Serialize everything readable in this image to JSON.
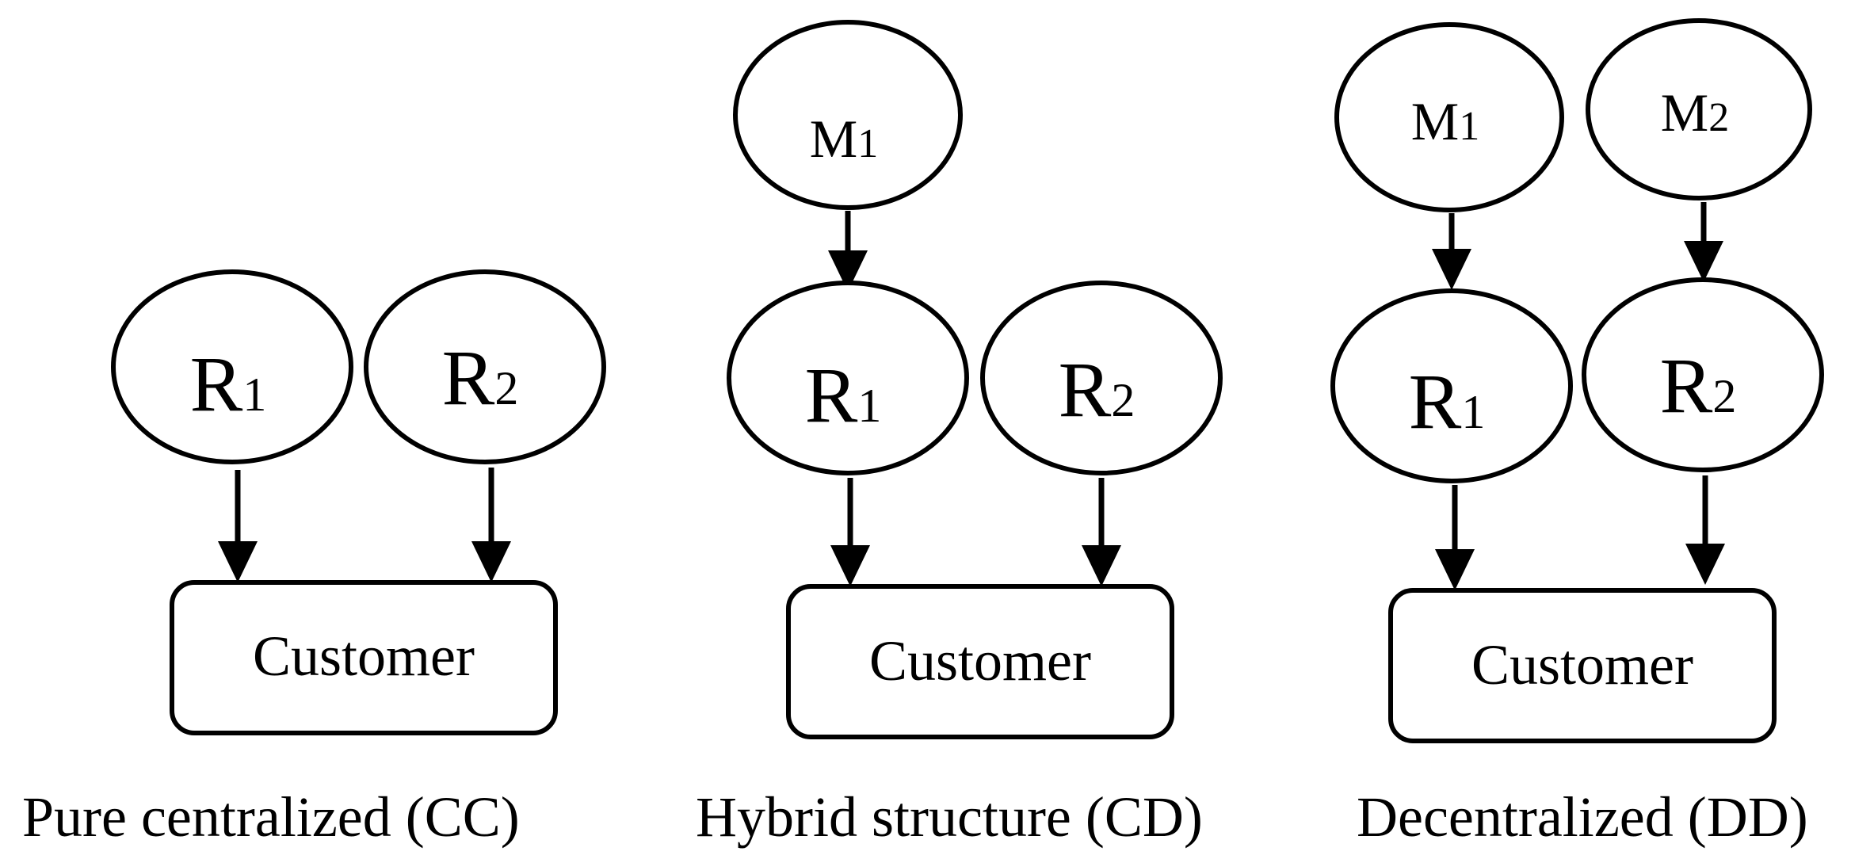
{
  "panels": [
    {
      "caption": "Pure centralized (CC)",
      "manufacturers": [],
      "retailers": [
        {
          "base": "R",
          "sub": "1"
        },
        {
          "base": "R",
          "sub": "2"
        }
      ],
      "customer": "Customer"
    },
    {
      "caption": "Hybrid structure (CD)",
      "manufacturers": [
        {
          "base": "M",
          "sub": "1"
        }
      ],
      "retailers": [
        {
          "base": "R",
          "sub": "1"
        },
        {
          "base": "R",
          "sub": "2"
        }
      ],
      "customer": "Customer"
    },
    {
      "caption": "Decentralized (DD)",
      "manufacturers": [
        {
          "base": "M",
          "sub": "1"
        },
        {
          "base": "M",
          "sub": "2"
        }
      ],
      "retailers": [
        {
          "base": "R",
          "sub": "1"
        },
        {
          "base": "R",
          "sub": "2"
        }
      ],
      "customer": "Customer"
    }
  ],
  "colors": {
    "stroke": "#000000",
    "background": "#ffffff"
  }
}
